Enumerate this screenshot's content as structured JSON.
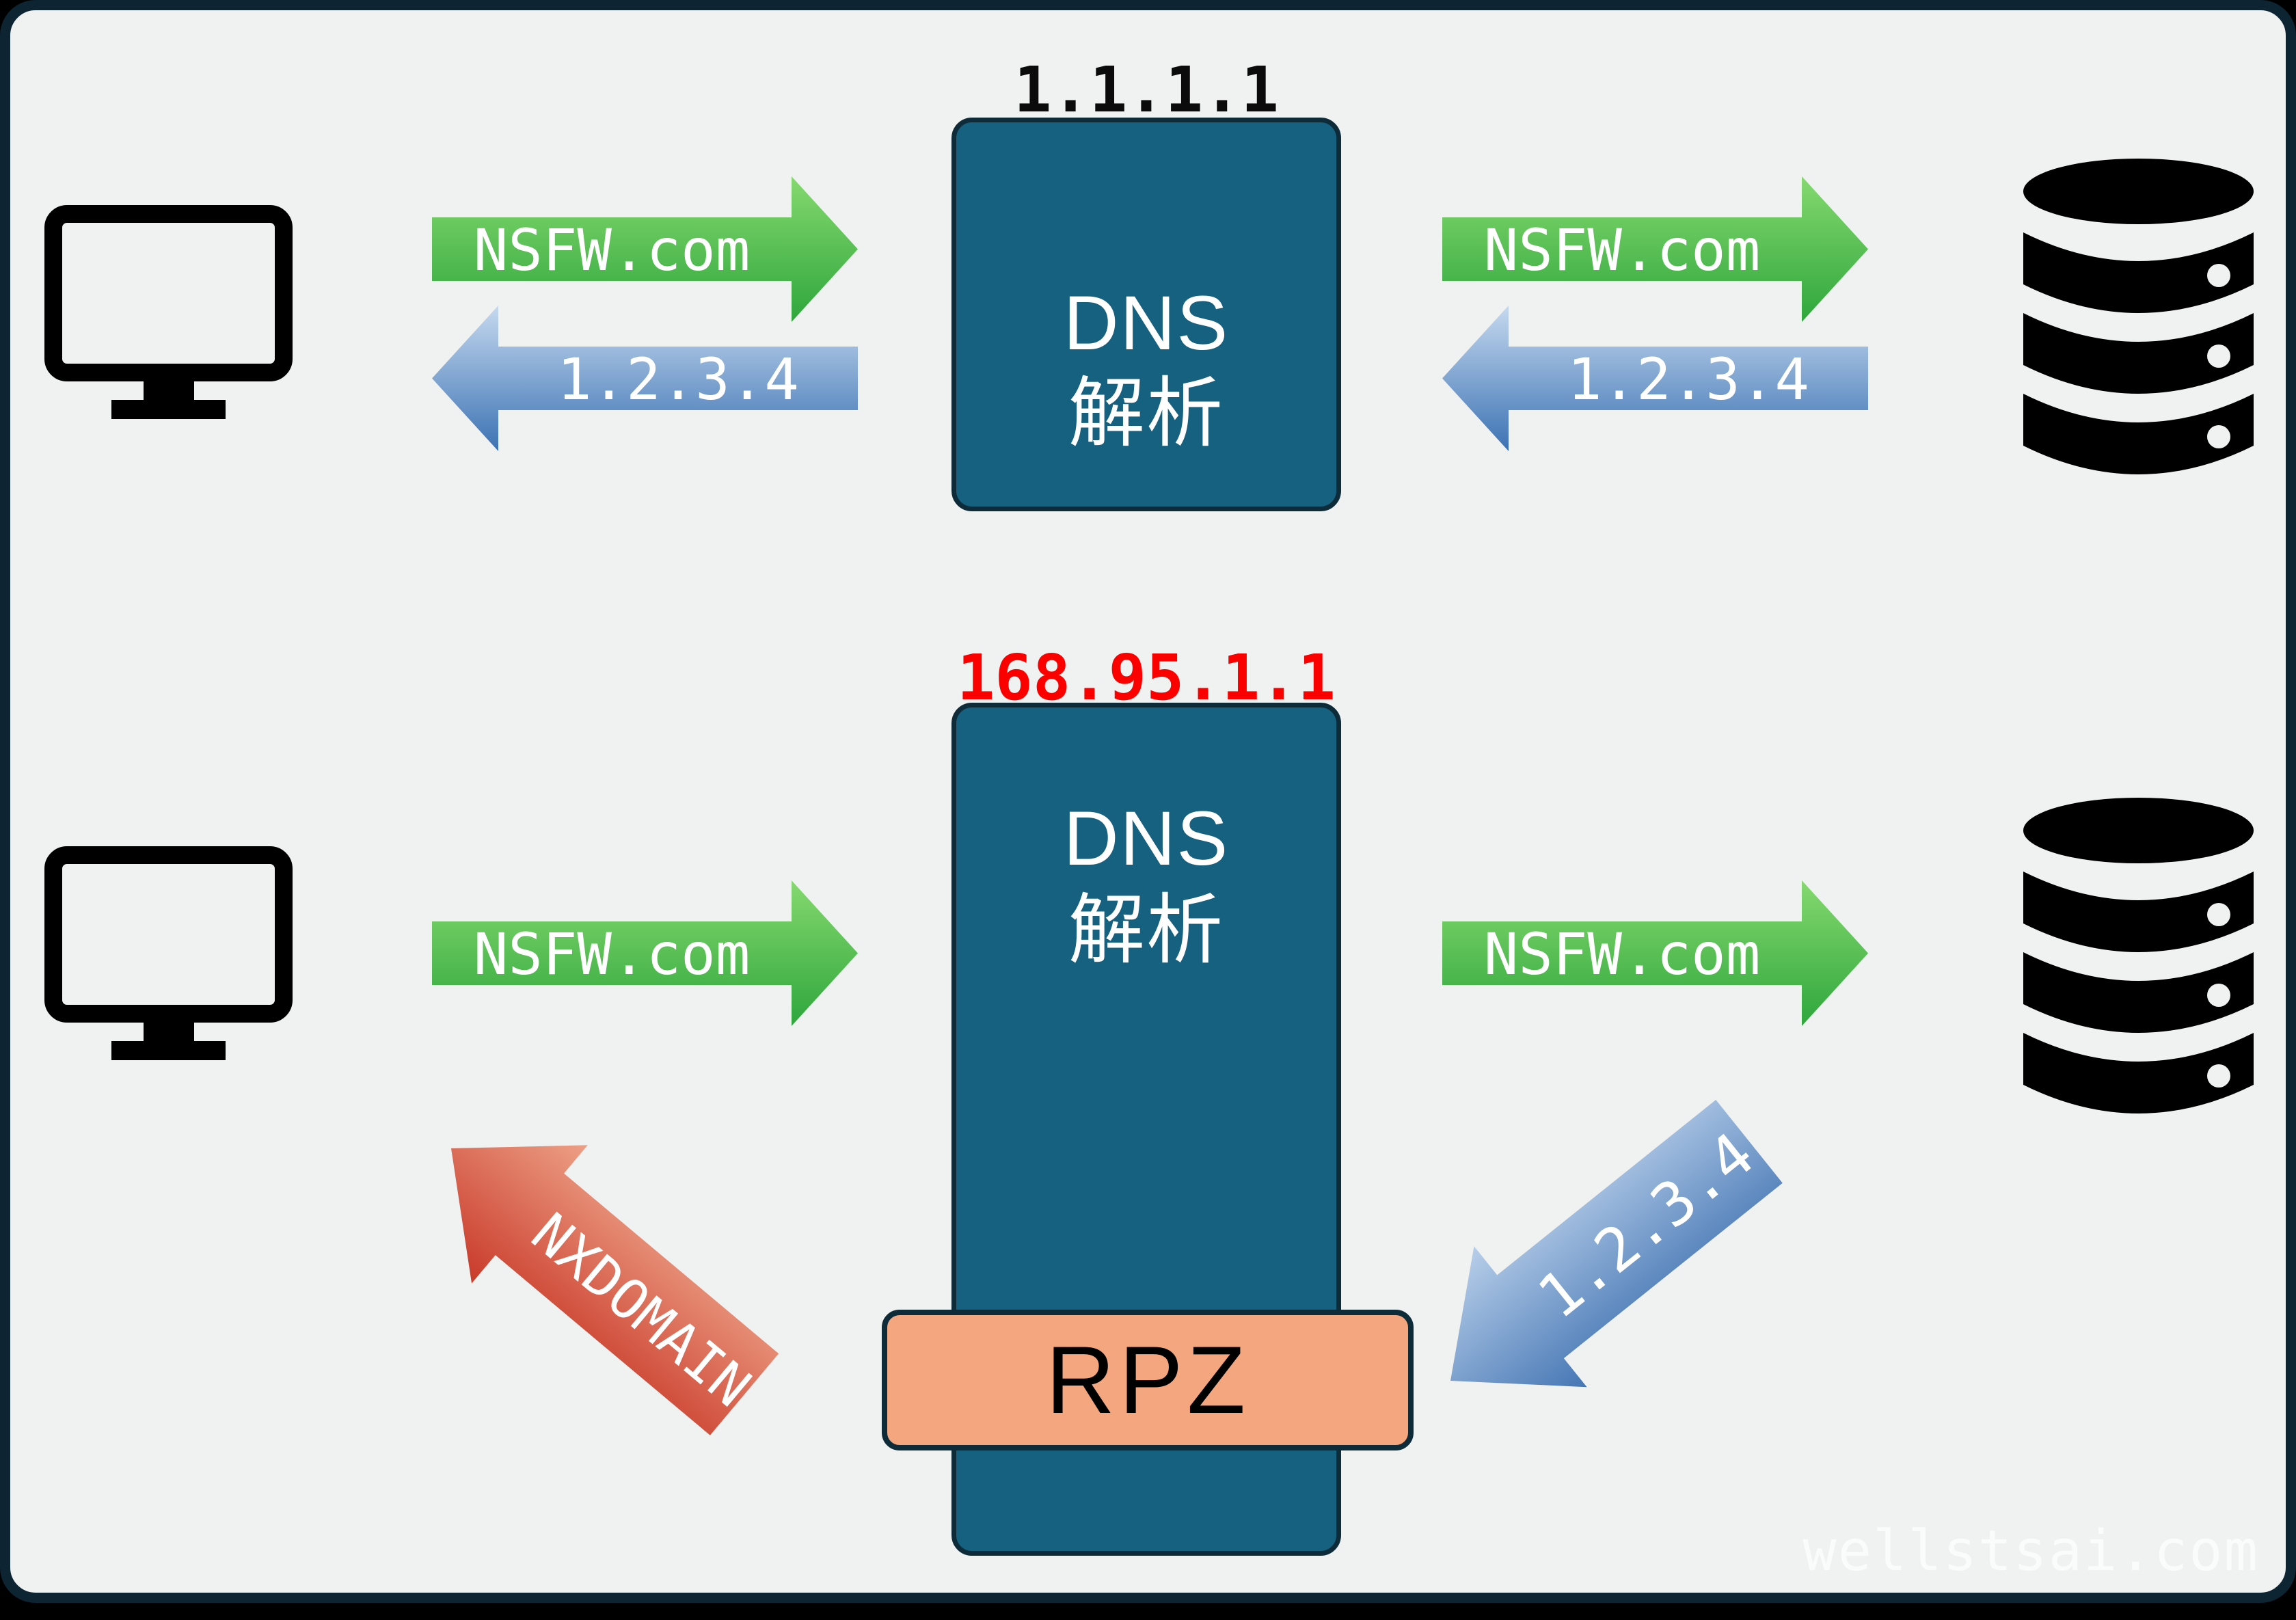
{
  "watermark": "wellstsai.com",
  "colors": {
    "page_background": "#000000",
    "panel_background": "#f0f1f1",
    "panel_border": "#0d2433",
    "dns_box_fill": "#15617f",
    "dns_box_border": "#0e2b3a",
    "rpz_fill": "#f4a67f",
    "query_arrow_green_top": "#85d96f",
    "query_arrow_green_bottom": "#2ea63c",
    "response_arrow_blue_top": "#c6d9ef",
    "response_arrow_blue_bottom": "#3b72b3",
    "nxdomain_arrow_light": "#eda086",
    "nxdomain_arrow_dark": "#c93a2a",
    "resolver_ip_normal_color": "#0b0b0b",
    "resolver_ip_rpz_color": "#fa0100",
    "icon_color": "#000000"
  },
  "top_flow": {
    "resolver_ip": "1.1.1.1",
    "dns_line1": "DNS",
    "dns_line2": "解析",
    "query_to_resolver": "NSFW.com",
    "response_to_client": "1.2.3.4",
    "query_to_authoritative": "NSFW.com",
    "response_from_authoritative": "1.2.3.4"
  },
  "bottom_flow": {
    "resolver_ip": "168.95.1.1",
    "dns_line1": "DNS",
    "dns_line2": "解析",
    "rpz_label": "RPZ",
    "query_to_resolver": "NSFW.com",
    "query_to_authoritative": "NSFW.com",
    "response_from_authoritative": "1.2.3.4",
    "blocked_response": "NXDOMAIN"
  }
}
